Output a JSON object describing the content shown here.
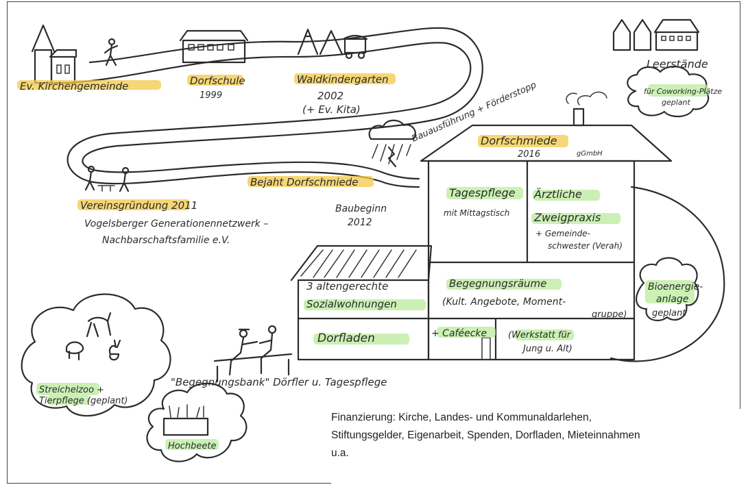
{
  "colors": {
    "highlight_yellow": "#f3c94a",
    "highlight_green": "#b9ec9c",
    "ink": "#2b2b2b"
  },
  "labels": {
    "church": "Ev. Kirchengemeinde",
    "school": "Dorfschule",
    "school_year": "1999",
    "forest_kindergarten": "Waldkindergarten",
    "forest_kindergarten_year": "2002",
    "forest_kindergarten_note": "(+ Ev. Kita)",
    "vacancies": "Leerstände",
    "coworking": "für Coworking-Plätze",
    "coworking_planned": "geplant",
    "construction": "Bauausführung + Förderstopp",
    "smithy": "Dorfschmiede",
    "smithy_year": "2016",
    "smithy_gmbh": "gGmbH",
    "association": "Vereinsgründung 2011",
    "network_line1": "Vogelsberger Generationennetzwerk –",
    "network_line2": "Nachbarschaftsfamilie e.V.",
    "vote": "Bejaht Dorfschmiede",
    "construction_start": "Baubeginn",
    "construction_start_year": "2012",
    "daycare": "Tagespflege",
    "daycare_lunch": "mit Mittagstisch",
    "medical": "Ärztliche",
    "branch_practice": "Zweigpraxis",
    "nurse_line1": "+ Gemeinde-",
    "nurse_line2": "schwester (Verah)",
    "apartments_line1": "3 altengerechte",
    "apartments_line2": "Sozialwohnungen",
    "meeting_rooms": "Begegnungsräume",
    "meeting_offers_line1": "(Kult. Angebote, Moment-",
    "meeting_offers_line2": "gruppe)",
    "village_shop": "Dorfladen",
    "cafe": "+ Caféecke",
    "workshop_line1": "(Werkstatt für",
    "workshop_line2": "Jung u. Alt)",
    "bioenergy_line1": "Bioenergie-",
    "bioenergy_line2": "anlage",
    "bioenergy_planned": "geplant",
    "bench": "\"Begegnungsbank\" Dörfler u. Tagespflege",
    "petting_zoo_line1": "Streichelzoo +",
    "petting_zoo_line2": "Tierpflege (geplant)",
    "raised_beds": "Hochbeete"
  },
  "funding": {
    "line1": "Finanzierung: Kirche, Landes- und Kommunaldarlehen,",
    "line2": "Stiftungsgelder, Eigenarbeit, Spenden, Dorfladen, Mieteinnahmen",
    "line3": "u.a."
  }
}
